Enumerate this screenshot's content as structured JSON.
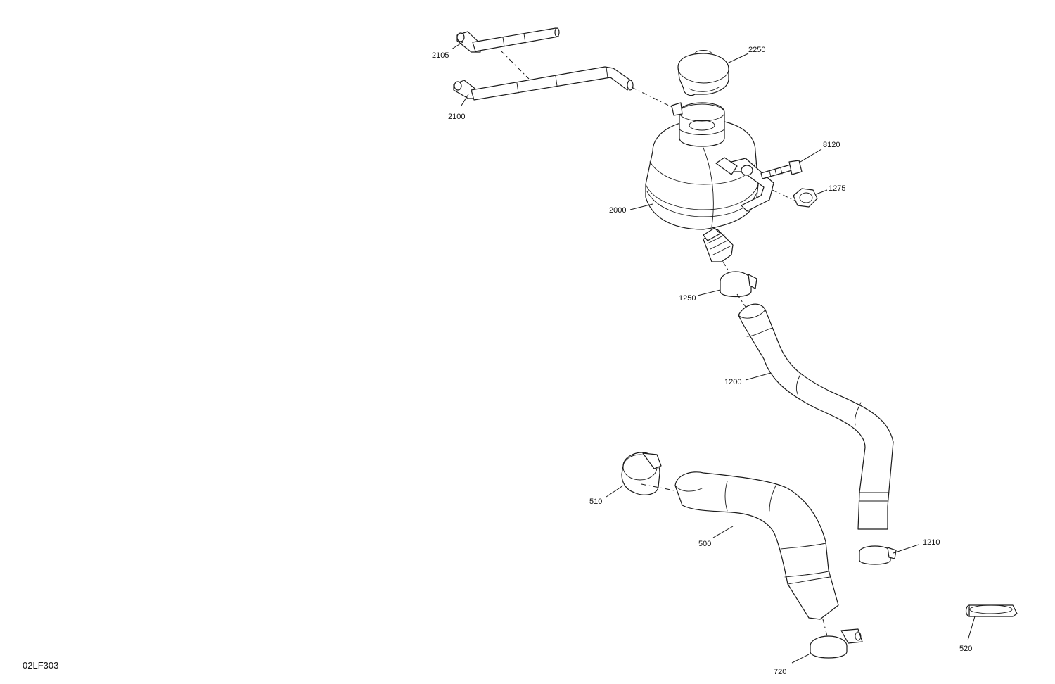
{
  "diagram": {
    "code": "02LF303",
    "callouts": {
      "p2105": "2105",
      "p2100": "2100",
      "p2250": "2250",
      "p8120": "8120",
      "p1275": "1275",
      "p2000": "2000",
      "p1250": "1250",
      "p1200": "1200",
      "p510": "510",
      "p500": "500",
      "p1210": "1210",
      "p520": "520",
      "p720": "720"
    }
  }
}
